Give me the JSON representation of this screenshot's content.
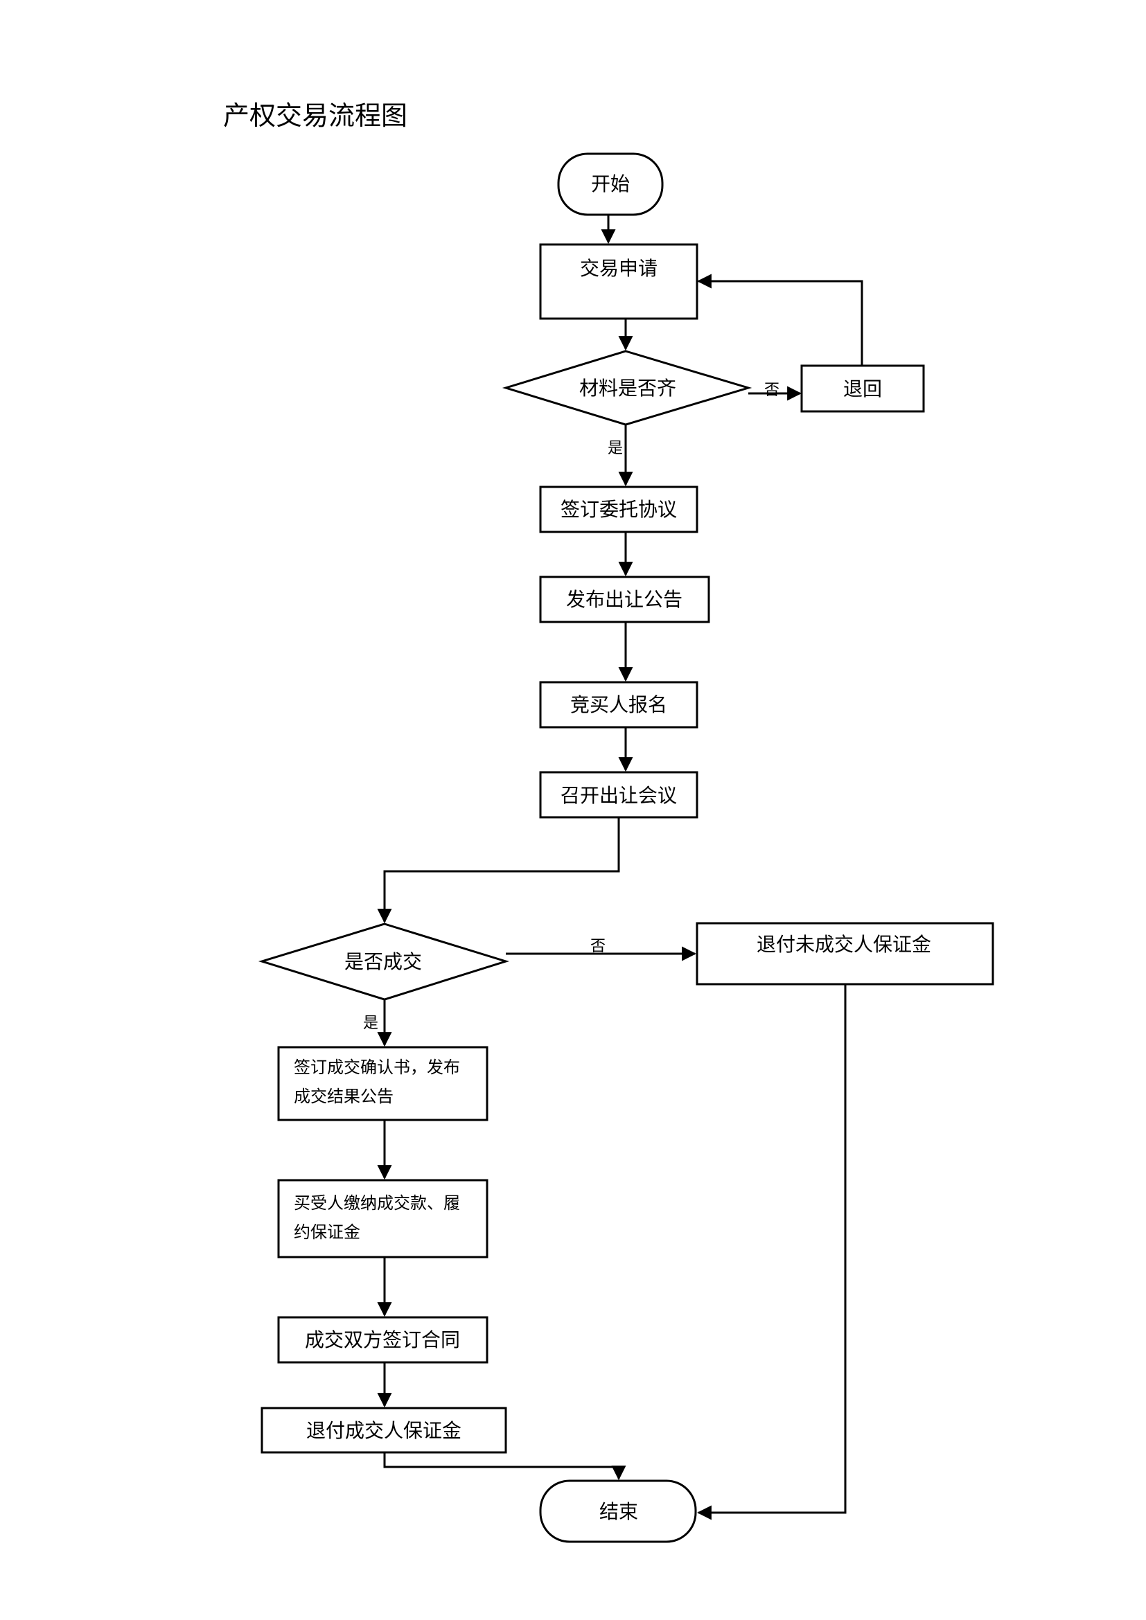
{
  "title": "产权交易流程图",
  "nodes": {
    "start": "开始",
    "apply": "交易申请",
    "check_materials": "材料是否齐",
    "return": "退回",
    "sign_entrust": "签订委托协议",
    "publish_notice": "发布出让公告",
    "buyer_register": "竞买人报名",
    "transfer_meeting": "召开出让会议",
    "deal_made": "是否成交",
    "refund_unsuccessful": "退付未成交人保证金",
    "confirm_line1": "签订成交确认书，发布",
    "confirm_line2": "成交结果公告",
    "pay_line1": "买受人缴纳成交款、履",
    "pay_line2": "约保证金",
    "sign_contract": "成交双方签订合同",
    "refund_successful": "退付成交人保证金",
    "end": "结束"
  },
  "edge_labels": {
    "materials_no": "否",
    "materials_yes": "是",
    "deal_no": "否",
    "deal_yes": "是"
  }
}
